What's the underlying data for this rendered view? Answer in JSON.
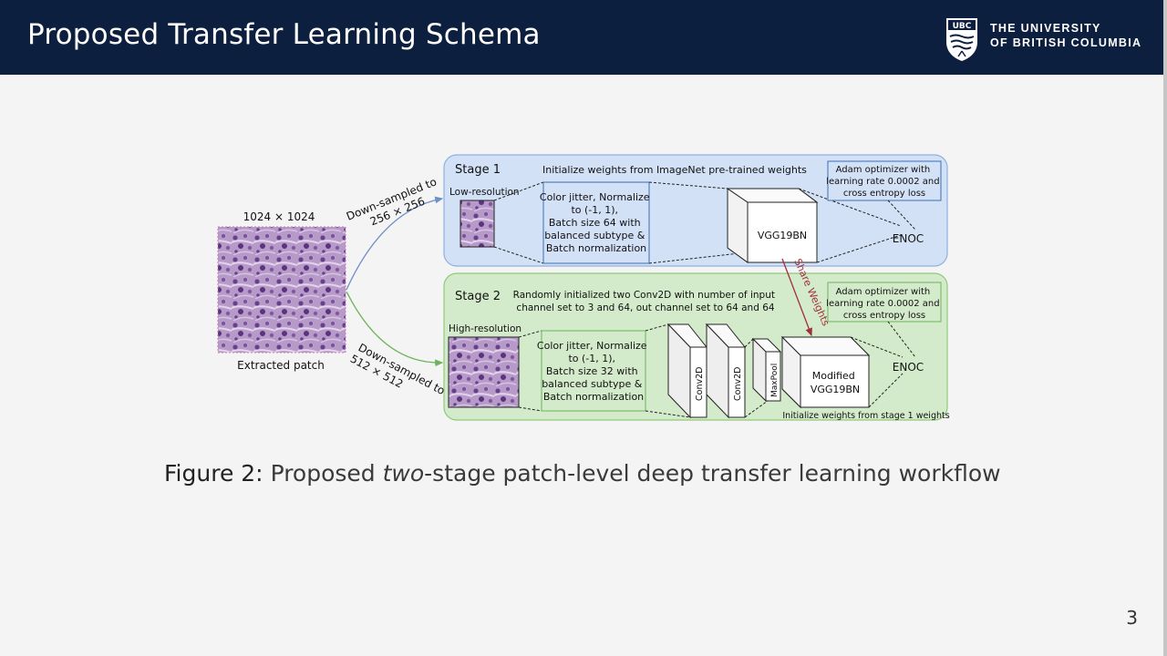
{
  "slide": {
    "title": "Proposed Transfer Learning Schema",
    "page_number": "3"
  },
  "logo": {
    "crest_text": "UBC",
    "line1": "THE UNIVERSITY",
    "line2": "OF BRITISH COLUMBIA"
  },
  "figure": {
    "input": {
      "size_label": "1024 × 1024",
      "caption": "Extracted patch"
    },
    "arrows": {
      "down_low": "Down-sampled to",
      "down_low_size": "256 × 256",
      "down_high": "Down-sampled to",
      "down_high_size": "512 × 512",
      "share": "Share Weights"
    },
    "stage1": {
      "title": "Stage 1",
      "note": "Initialize weights from ImageNet pre-trained weights",
      "patch_label": "Low-resolution",
      "preprocess": [
        "Color jitter, Normalize",
        "to (-1, 1),",
        "Batch size 64 with",
        "balanced subtype &",
        "Batch normalization"
      ],
      "model": "VGG19BN",
      "optimizer": [
        "Adam optimizer with",
        "learning rate 0.0002 and",
        "cross entropy loss"
      ],
      "output": "ENOC"
    },
    "stage2": {
      "title": "Stage 2",
      "note": [
        "Randomly initialized two Conv2D with number of input",
        "channel set to 3 and 64, out channel set to 64 and 64"
      ],
      "patch_label": "High-resolution",
      "preprocess": [
        "Color jitter, Normalize",
        "to (-1, 1),",
        "Batch size 32 with",
        "balanced subtype &",
        "Batch normalization"
      ],
      "layers": [
        "Conv2D",
        "Conv2D",
        "MaxPool"
      ],
      "model": [
        "Modified",
        "VGG19BN"
      ],
      "optimizer": [
        "Adam optimizer with",
        "learning rate 0.0002 and",
        "cross entropy loss"
      ],
      "output": "ENOC",
      "footnote": "Initialize weights from stage 1 weights"
    }
  },
  "caption": {
    "label": "Figure 2:",
    "pre": "Proposed ",
    "emph": "two",
    "post": "-stage patch-level deep transfer learning workflow"
  },
  "colors": {
    "header_bg": "#0d1f3f",
    "stage1_bg": "#d3e1f7",
    "stage2_bg": "#d4ebcb",
    "share_arrow": "#a0303a",
    "tissue": "#9c79b4"
  }
}
